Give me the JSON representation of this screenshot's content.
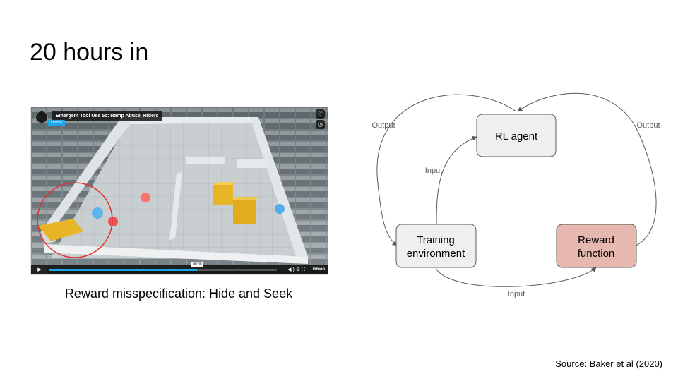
{
  "slide": {
    "title": "20 hours in",
    "source": "Source: Baker et al (2020)"
  },
  "video": {
    "title": "Emergent Tool Use 5c: Ramp Abuse, Hiders",
    "badge": "Openai",
    "timestamp": "00:00",
    "progress_fraction": 0.65,
    "logo_text": "vimeo",
    "caption": "Reward misspecification: Hide and Seek",
    "icons": [
      "heart-icon",
      "clock-icon",
      "play-icon",
      "volume-icon",
      "settings-icon",
      "fullscreen-icon"
    ],
    "highlight_color": "#e0302b",
    "accent_color": "#1ea7e8"
  },
  "diagram": {
    "nodes": {
      "agent": "RL agent",
      "env_line1": "Training",
      "env_line2": "environment",
      "reward_line1": "Reward",
      "reward_line2": "function"
    },
    "edges": {
      "agent_to_env": "Output",
      "agent_to_reward": "Output",
      "env_to_agent": "Input",
      "env_to_reward": "Input"
    },
    "colors": {
      "node_fill": "#efefef",
      "reward_fill": "#e6b8af",
      "stroke": "#595959"
    }
  }
}
